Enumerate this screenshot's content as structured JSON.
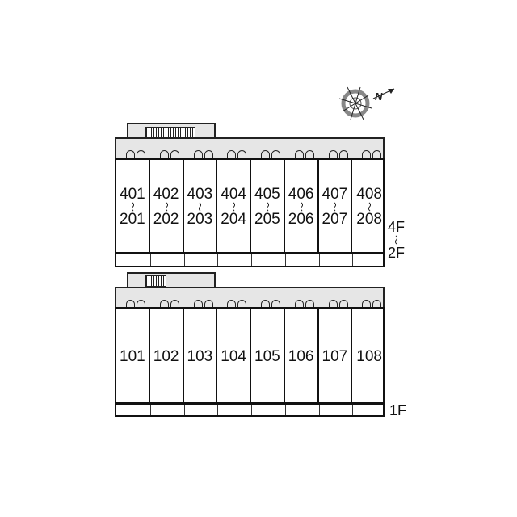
{
  "upper": {
    "units": [
      {
        "top": "401",
        "sep": "〜",
        "bottom": "201"
      },
      {
        "top": "402",
        "sep": "〜",
        "bottom": "202"
      },
      {
        "top": "403",
        "sep": "〜",
        "bottom": "203"
      },
      {
        "top": "404",
        "sep": "〜",
        "bottom": "204"
      },
      {
        "top": "405",
        "sep": "〜",
        "bottom": "205"
      },
      {
        "top": "406",
        "sep": "〜",
        "bottom": "206"
      },
      {
        "top": "407",
        "sep": "〜",
        "bottom": "207"
      },
      {
        "top": "408",
        "sep": "〜",
        "bottom": "208"
      }
    ],
    "floor_label": {
      "top": "4F",
      "sep": "〜",
      "bottom": "2F"
    }
  },
  "lower": {
    "units": [
      "101",
      "102",
      "103",
      "104",
      "105",
      "106",
      "107",
      "108"
    ],
    "floor_label": "1F"
  },
  "compass": {
    "label": "N"
  }
}
